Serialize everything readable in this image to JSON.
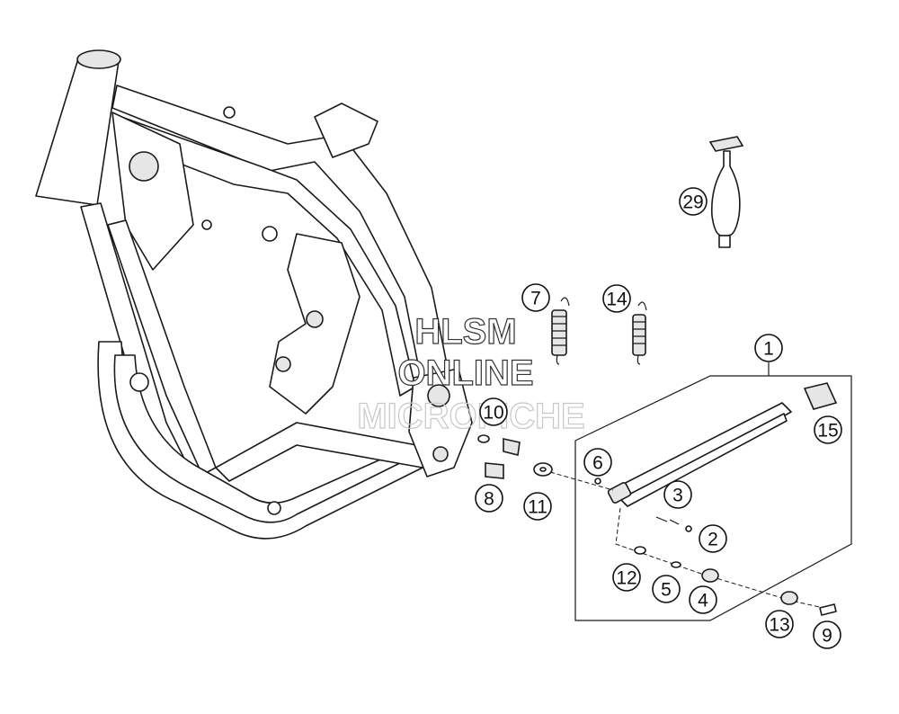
{
  "diagram": {
    "callouts": [
      {
        "id": "1",
        "label": "1"
      },
      {
        "id": "2",
        "label": "2"
      },
      {
        "id": "3",
        "label": "3"
      },
      {
        "id": "4",
        "label": "4"
      },
      {
        "id": "5",
        "label": "5"
      },
      {
        "id": "6",
        "label": "6"
      },
      {
        "id": "7",
        "label": "7"
      },
      {
        "id": "8",
        "label": "8"
      },
      {
        "id": "9",
        "label": "9"
      },
      {
        "id": "10",
        "label": "10"
      },
      {
        "id": "11",
        "label": "11"
      },
      {
        "id": "12",
        "label": "12"
      },
      {
        "id": "13",
        "label": "13"
      },
      {
        "id": "14",
        "label": "14"
      },
      {
        "id": "15",
        "label": "15"
      },
      {
        "id": "29",
        "label": "29"
      }
    ],
    "watermark": {
      "line1": "HLSM",
      "line2": "ONLINE",
      "line3": "MICROFICHE"
    }
  }
}
